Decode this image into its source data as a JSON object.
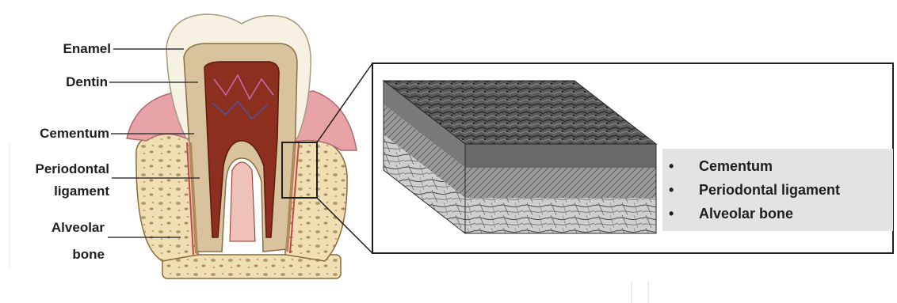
{
  "labels": {
    "enamel": "Enamel",
    "dentin": "Dentin",
    "cementum": "Cementum",
    "periodontal_line1": "Periodontal",
    "periodontal_line2": "ligament",
    "alveolar_line1": "Alveolar",
    "alveolar_line2": "bone"
  },
  "legend": {
    "bullet": "•",
    "items": [
      "Cementum",
      "Periodontal ligament",
      "Alveolar bone"
    ]
  },
  "colors": {
    "enamel": "#f7f1e3",
    "dentin": "#d9c39c",
    "pulp": "#8c2f1f",
    "gum": "#e7a3a6",
    "bone": "#eddcae",
    "line": "#3a3a3a"
  }
}
